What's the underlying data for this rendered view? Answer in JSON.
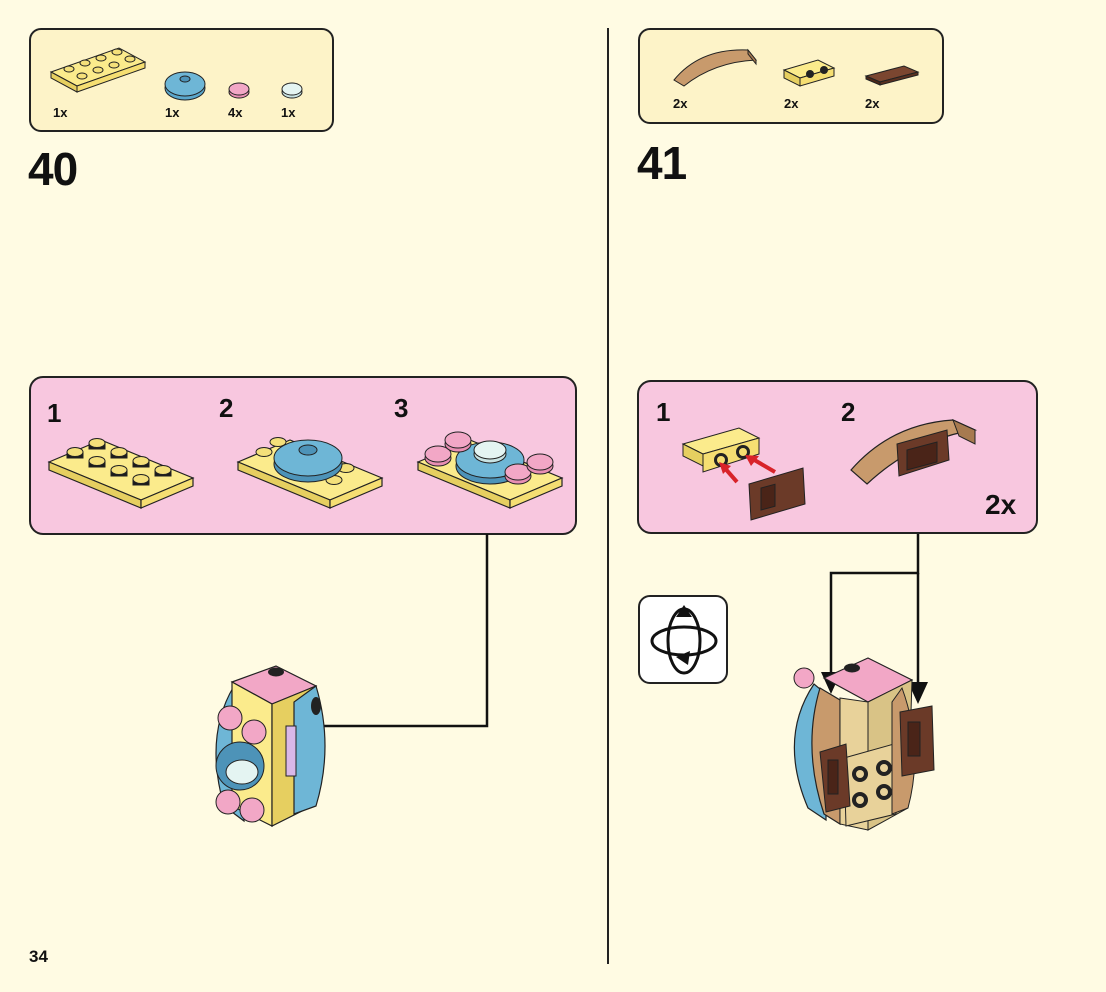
{
  "page": {
    "number": "34"
  },
  "steps": [
    {
      "number": "40",
      "parts": [
        {
          "qty": "1x",
          "icon": "yellow-plate-2x4-icon"
        },
        {
          "qty": "1x",
          "icon": "blue-round-plate-icon"
        },
        {
          "qty": "4x",
          "icon": "pink-round-tile-icon"
        },
        {
          "qty": "1x",
          "icon": "white-round-tile-icon"
        }
      ],
      "substeps": [
        "1",
        "2",
        "3"
      ]
    },
    {
      "number": "41",
      "parts": [
        {
          "qty": "2x",
          "icon": "tan-curved-slope-icon"
        },
        {
          "qty": "2x",
          "icon": "yellow-bracket-icon"
        },
        {
          "qty": "2x",
          "icon": "brown-tile-icon"
        }
      ],
      "substeps": [
        "1",
        "2"
      ],
      "multiplier": "2x"
    }
  ],
  "colors": {
    "background": "#fffbe3",
    "parts_box": "#fdf3c8",
    "sub_box": "#f8c7df",
    "yellow": "#fbeb8c",
    "blue": "#6eb6d6",
    "pink": "#f2a7c6",
    "tan": "#c89a6c",
    "brown": "#6b3a28",
    "arrow_red": "#d8232a"
  }
}
